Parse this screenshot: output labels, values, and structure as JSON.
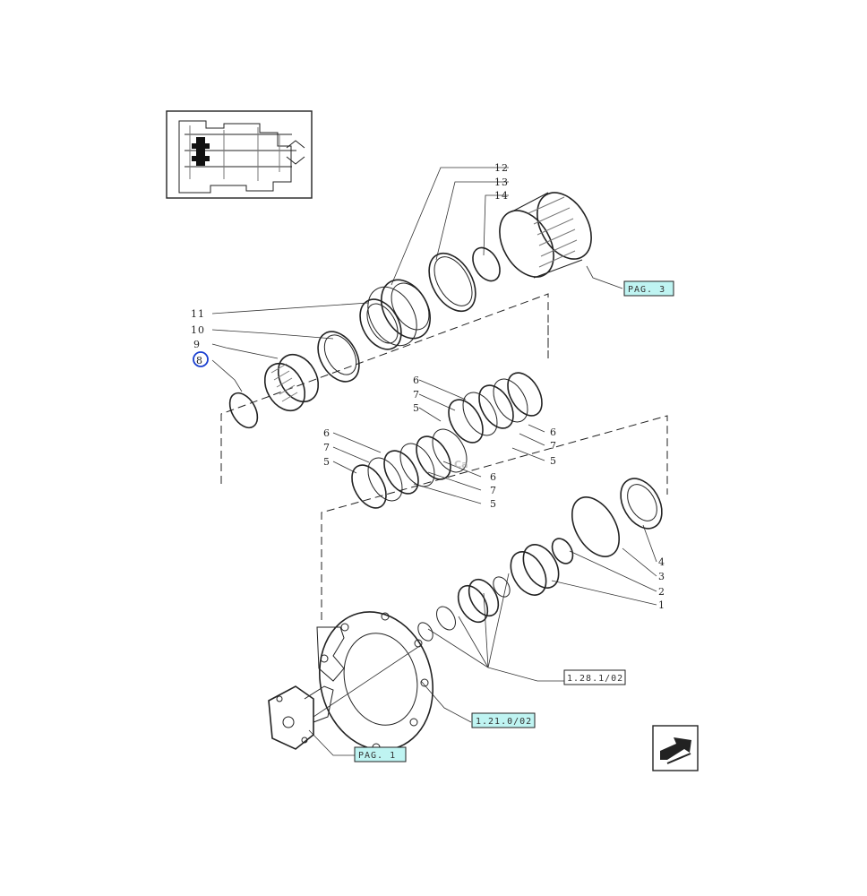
{
  "callouts": {
    "c1": "1",
    "c2": "2",
    "c3": "3",
    "c4": "4",
    "c5a": "5",
    "c5b": "5",
    "c5c": "5",
    "c5d": "5",
    "c6a": "6",
    "c6b": "6",
    "c6c": "6",
    "c6d": "6",
    "c7a": "7",
    "c7b": "7",
    "c7c": "7",
    "c7d": "7",
    "c8": "8",
    "c9": "9",
    "c10": "10",
    "c11": "11",
    "c12": "12",
    "c13": "13",
    "c14": "14"
  },
  "refs": {
    "pag3": "PAG. 3",
    "ref_1_28": "1.28.1/02",
    "ref_1_21": "1.21.0/02",
    "pag1": "PAG. 1"
  },
  "watermark": "Ca",
  "colors": {
    "ref_highlight": "#bff4f2",
    "selection_circle": "#1a3fd0"
  },
  "icons": {
    "nav": "arrow-left-icon",
    "thumbnail": "transmission-overview-thumbnail"
  }
}
